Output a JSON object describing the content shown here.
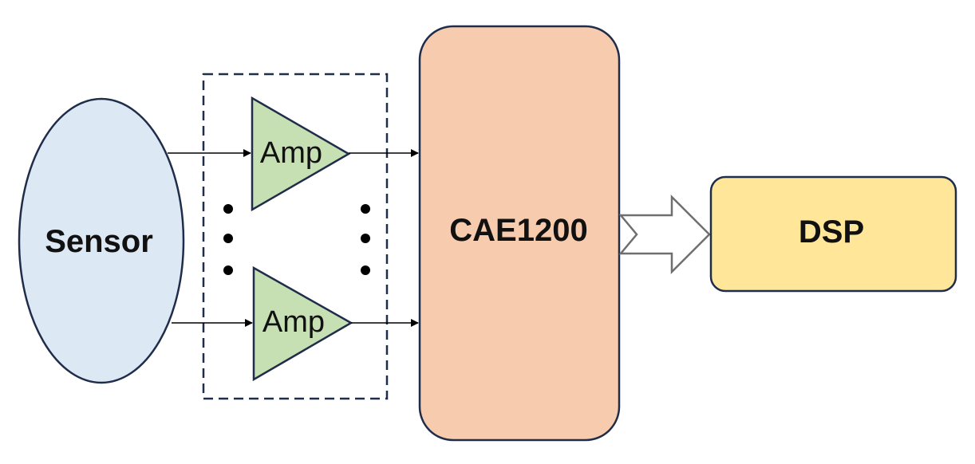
{
  "diagram": {
    "sensor": {
      "label": "Sensor",
      "color": "#dde8f5"
    },
    "amplifiers": [
      {
        "label": "Amp"
      },
      {
        "label": "Amp"
      }
    ],
    "amp_color": "#c6e0b4",
    "converter": {
      "label": "CAE1200",
      "color": "#f7cbad"
    },
    "dsp": {
      "label": "DSP",
      "color": "#ffe699"
    },
    "outline_color": "#1f2d4a"
  }
}
